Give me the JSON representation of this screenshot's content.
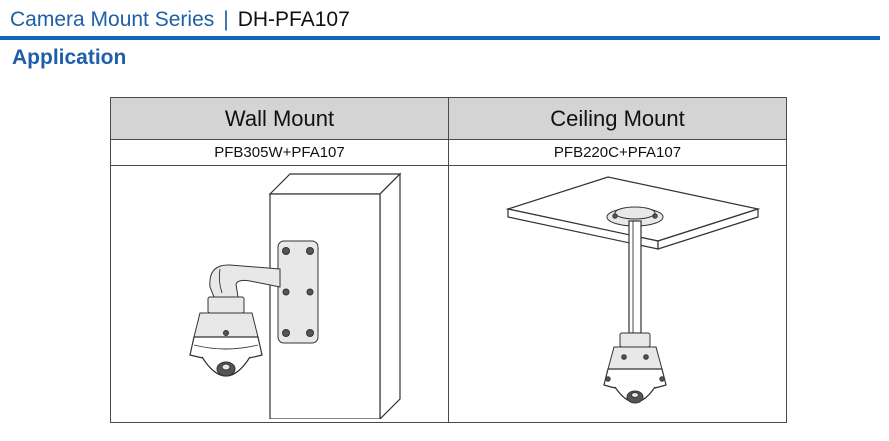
{
  "header": {
    "series": "Camera Mount Series",
    "separator": "|",
    "model": "DH-PFA107"
  },
  "section_title": "Application",
  "table": {
    "columns": [
      {
        "title": "Wall Mount",
        "model": "PFB305W+PFA107",
        "illustration": "wall-mount-illustration"
      },
      {
        "title": "Ceiling Mount",
        "model": "PFB220C+PFA107",
        "illustration": "ceiling-mount-illustration"
      }
    ]
  },
  "colors": {
    "brand_blue": "#1f5fa8",
    "rule_blue": "#1565c0",
    "header_gray": "#d4d4d4"
  }
}
